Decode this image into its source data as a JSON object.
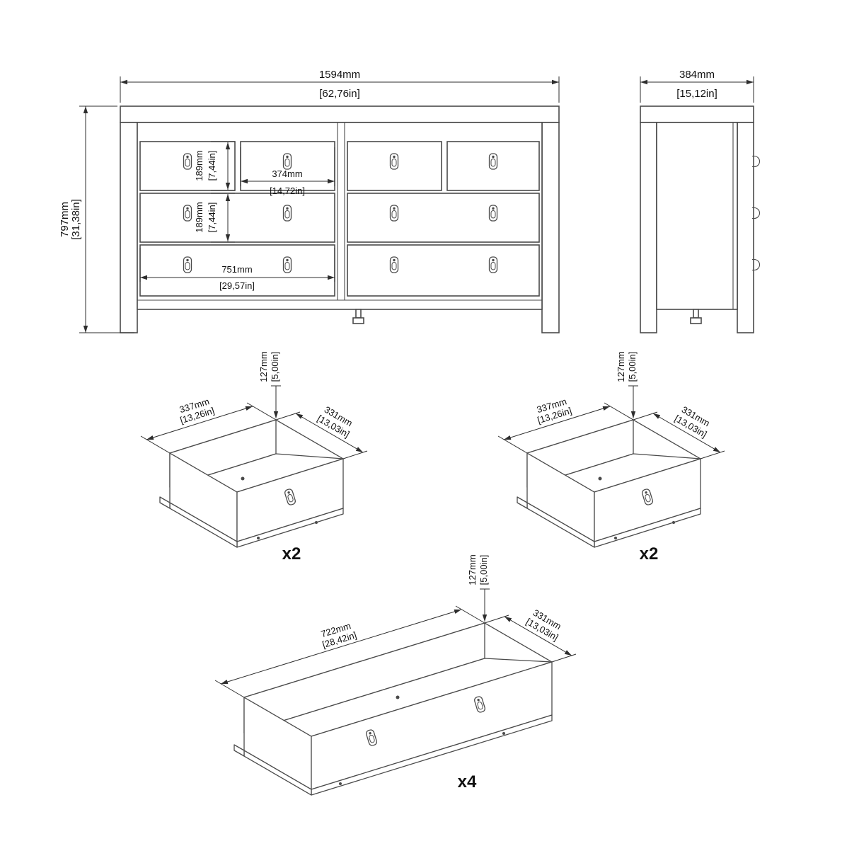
{
  "page": {
    "background_color": "#ffffff",
    "line_color": "#4a4a4a",
    "dimension_text_color": "#111111",
    "description": "Furniture assembly dimension drawing: 8-drawer double dresser, front view, side view and drawer box detail views"
  },
  "front_view": {
    "overall_width": {
      "mm": "1594mm",
      "inches": "[62,76in]"
    },
    "overall_height": {
      "mm": "797mm",
      "inches": "[31,38in]"
    },
    "top_drawer_height": {
      "mm": "189mm",
      "inches": "[7,44in]"
    },
    "middle_drawer_height": {
      "mm": "189mm",
      "inches": "[7,44in]"
    },
    "small_drawer_width": {
      "mm": "374mm",
      "inches": "[14,72in]"
    },
    "wide_drawer_width": {
      "mm": "751mm",
      "inches": "[29,57in]"
    }
  },
  "side_view": {
    "overall_depth": {
      "mm": "384mm",
      "inches": "[15,12in]"
    }
  },
  "drawer_details": [
    {
      "label": "small drawer box left",
      "qty": "x2",
      "width": {
        "mm": "337mm",
        "inches": "[13,26in]"
      },
      "height": {
        "mm": "127mm",
        "inches": "[5,00in]"
      },
      "depth": {
        "mm": "331mm",
        "inches": "[13,03in]"
      }
    },
    {
      "label": "small drawer box right",
      "qty": "x2",
      "width": {
        "mm": "337mm",
        "inches": "[13,26in]"
      },
      "height": {
        "mm": "127mm",
        "inches": "[5,00in]"
      },
      "depth": {
        "mm": "331mm",
        "inches": "[13,03in]"
      }
    },
    {
      "label": "wide drawer box",
      "qty": "x4",
      "width": {
        "mm": "722mm",
        "inches": "[28,42in]"
      },
      "height": {
        "mm": "127mm",
        "inches": "[5,00in]"
      },
      "depth": {
        "mm": "331mm",
        "inches": "[13,03in]"
      }
    }
  ]
}
